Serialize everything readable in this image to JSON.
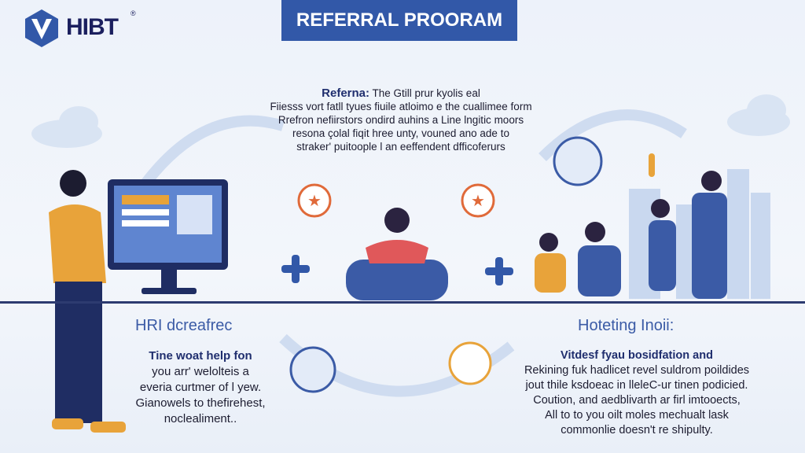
{
  "logo": {
    "text": "HIBT",
    "trademark": "®"
  },
  "banner": {
    "title": "REFERRAL PROORAM"
  },
  "intro": {
    "heading": "Referna:",
    "lines": [
      "The Gtill prur kyolis eal",
      "Fiiesss vort fatll tyues fiuile atloimo e the cuallimee form",
      "Rrefron nefiirstors ondird auhins a Line lngitic moors",
      "resona çolal fiqit hree unty, vouned ano ade to",
      "straker' puitoople l an eeffendent dfficoferurs"
    ]
  },
  "left_section": {
    "heading": "HRI dcreafrec",
    "lines": [
      "Tine woat help fon",
      "you arr' welolteis a",
      "everia curtmer of l yew.",
      "Gianowels to thefirehest,",
      "noclealiment.."
    ]
  },
  "right_section": {
    "heading": "Hoteting Inoii:",
    "lines": [
      "Vitdesf fyau bosidfation and",
      "Rekining fuk hadlicet revel suldrom poildides",
      "jout thile ksdoeac in lleleC-ur tinen podicied.",
      "Coution, and aedblivarth ar firl imtooects,",
      "All to to you oilt moles mechualt lask",
      "commonlie doesn't re shipulty."
    ]
  },
  "colors": {
    "brand": "#3258a8",
    "navy": "#1b1f5e",
    "accent_orange": "#e8a33a",
    "heading_blue": "#3b5ba6"
  },
  "icons": [
    "logo-hexagon-icon",
    "plus-icon",
    "star-badge-icon",
    "monitor-icon",
    "cloud-icon",
    "rocket-icon"
  ]
}
